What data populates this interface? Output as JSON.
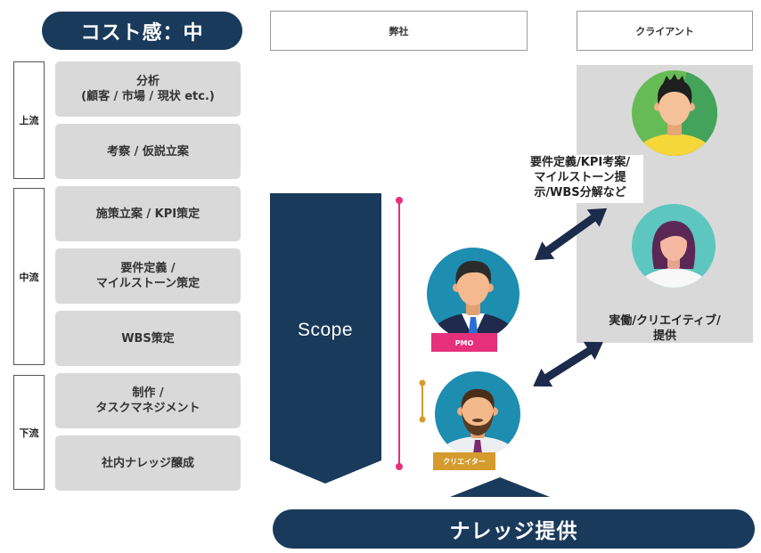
{
  "title": "コスト感：中",
  "headers": {
    "company": "弊社",
    "client": "クライアント"
  },
  "phases": [
    {
      "label": "上流",
      "tasks": [
        {
          "lines": [
            "分析",
            "(顧客 / 市場 / 現状 etc.)"
          ]
        },
        {
          "lines": [
            "考察 / 仮説立案"
          ]
        }
      ]
    },
    {
      "label": "中流",
      "tasks": [
        {
          "lines": [
            "施策立案 / KPI策定"
          ]
        },
        {
          "lines": [
            "要件定義 /",
            "マイルストーン策定"
          ]
        },
        {
          "lines": [
            "WBS策定"
          ]
        }
      ]
    },
    {
      "label": "下流",
      "tasks": [
        {
          "lines": [
            "制作 /",
            "タスクマネジメント"
          ]
        },
        {
          "lines": [
            "社内ナレッジ醸成"
          ]
        }
      ]
    }
  ],
  "scope": {
    "label": "Scope"
  },
  "roles": {
    "pmo": "PMO",
    "creator": "クリエイター"
  },
  "exchanges": {
    "to_client": [
      "要件定義/KPI考案/",
      "マイルストーン提",
      "示/WBS分解など"
    ],
    "from_client": [
      "実働/クリエイティブ/",
      "提供"
    ]
  },
  "knowledge_bar": "ナレッジ提供",
  "icons": {
    "pmo": "pmo-avatar-icon",
    "creator": "creator-avatar-icon",
    "client_lead": "client-lead-avatar-icon",
    "client_member": "client-member-avatar-icon",
    "exchange": "double-arrow-icon"
  },
  "colors": {
    "navy": "#193a5b",
    "arrow": "#1c2a4b",
    "panel_gray": "#d9d9d9",
    "pmo_pink": "#e6307b",
    "creator_gold": "#d59b2c",
    "avatar_blue": "#1d8db0",
    "avatar_green": "#67bb56",
    "avatar_teal": "#5dc6bf"
  }
}
